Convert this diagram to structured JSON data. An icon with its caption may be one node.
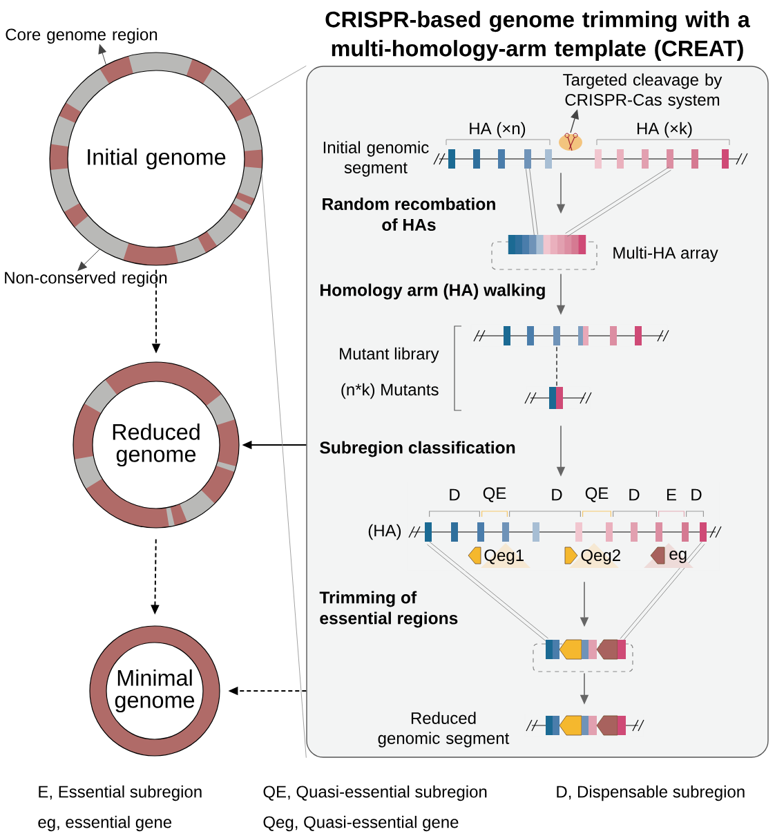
{
  "diagram": {
    "title": "CRISPR-based genome trimming with a multi-homology-arm template (CREAT)",
    "nodes": [
      {
        "text": [
          "Initial genome"
        ]
      },
      {
        "text": [
          "Reduced genome"
        ]
      },
      {
        "text": [
          "Minimal genome"
        ]
      },
      {
        "text": [
          "Core genome region"
        ]
      },
      {
        "text": [
          "Non-conserved region"
        ]
      },
      {
        "text": [],
        "shape": "box"
      },
      {
        "text": [
          "Targeted cleavage by CRISPR-Cas system"
        ],
        "in": 5
      },
      {
        "text": [],
        "shape": "picture",
        "in": 5
      },
      {
        "text": [],
        "shape": "bar",
        "beside": [
          "Initial genomic segment"
        ],
        "in": 5
      },
      {
        "text": [],
        "shape": "box",
        "beside": [
          "Multi-HA array"
        ],
        "in": 5
      },
      {
        "text": [],
        "shape": "bar",
        "beside": [
          "Mutant library"
        ],
        "in": 5
      },
      {
        "text": [],
        "shape": "bar",
        "in": 5
      },
      {
        "text": [
          "D",
          "QE",
          "D",
          "QE",
          "D",
          "E",
          "D",
          "Qeg1",
          "Qeg2",
          "eg"
        ],
        "beside": [
          "(HA)"
        ],
        "in": 5
      },
      {
        "text": [],
        "shape": "box",
        "in": 5
      },
      {
        "text": [],
        "shape": "bar",
        "beside": [
          "Reduced genomic segment"
        ],
        "in": 5
      }
    ],
    "edges": [
      {
        "from": 0,
        "to": 1,
        "arrow": "to",
        "style": "dashed"
      },
      {
        "from": 1,
        "to": 2,
        "arrow": "to",
        "style": "dashed"
      },
      {
        "from": 5,
        "to": 1,
        "arrow": "to"
      },
      {
        "from": 5,
        "to": 2,
        "arrow": "to",
        "style": "dashed"
      },
      {
        "from": 0,
        "to": 3,
        "arrow": "to",
        "color": "#444444"
      },
      {
        "from": 0,
        "to": 4,
        "arrow": "to",
        "color": "#444444"
      },
      {
        "from": 0,
        "to": 5,
        "arrow": "none",
        "color": "#8c8c8c"
      },
      {
        "from": 0,
        "to": 5,
        "arrow": "none",
        "color": "#8c8c8c"
      },
      {
        "from": 7,
        "to": 6,
        "arrow": "to",
        "color": "#444444"
      },
      {
        "from": 8,
        "to": 9,
        "arrow": "to",
        "color": "#666666"
      },
      {
        "from": 9,
        "to": 10,
        "arrow": "to",
        "color": "#666666"
      },
      {
        "from": 10,
        "to": 11,
        "arrow": "none",
        "style": "dashed"
      },
      {
        "from": 11,
        "to": 12,
        "arrow": "to",
        "color": "#666666"
      },
      {
        "from": 12,
        "to": 13,
        "arrow": "to",
        "color": "#666666"
      },
      {
        "from": 13,
        "to": 14,
        "arrow": "to",
        "color": "#666666"
      }
    ],
    "labels": [
      "HA (×n)",
      "HA (×k)",
      "Random recombation of HAs",
      "Homology arm (HA) walking",
      "(n*k) Mutants",
      "Subregion classification",
      "Trimming of essential regions",
      "E, Essential subregion",
      "QE, Quasi-essential subregion",
      "D, Dispensable subregion",
      "eg, essential gene",
      "Qeg, Quasi-essential gene"
    ]
  }
}
